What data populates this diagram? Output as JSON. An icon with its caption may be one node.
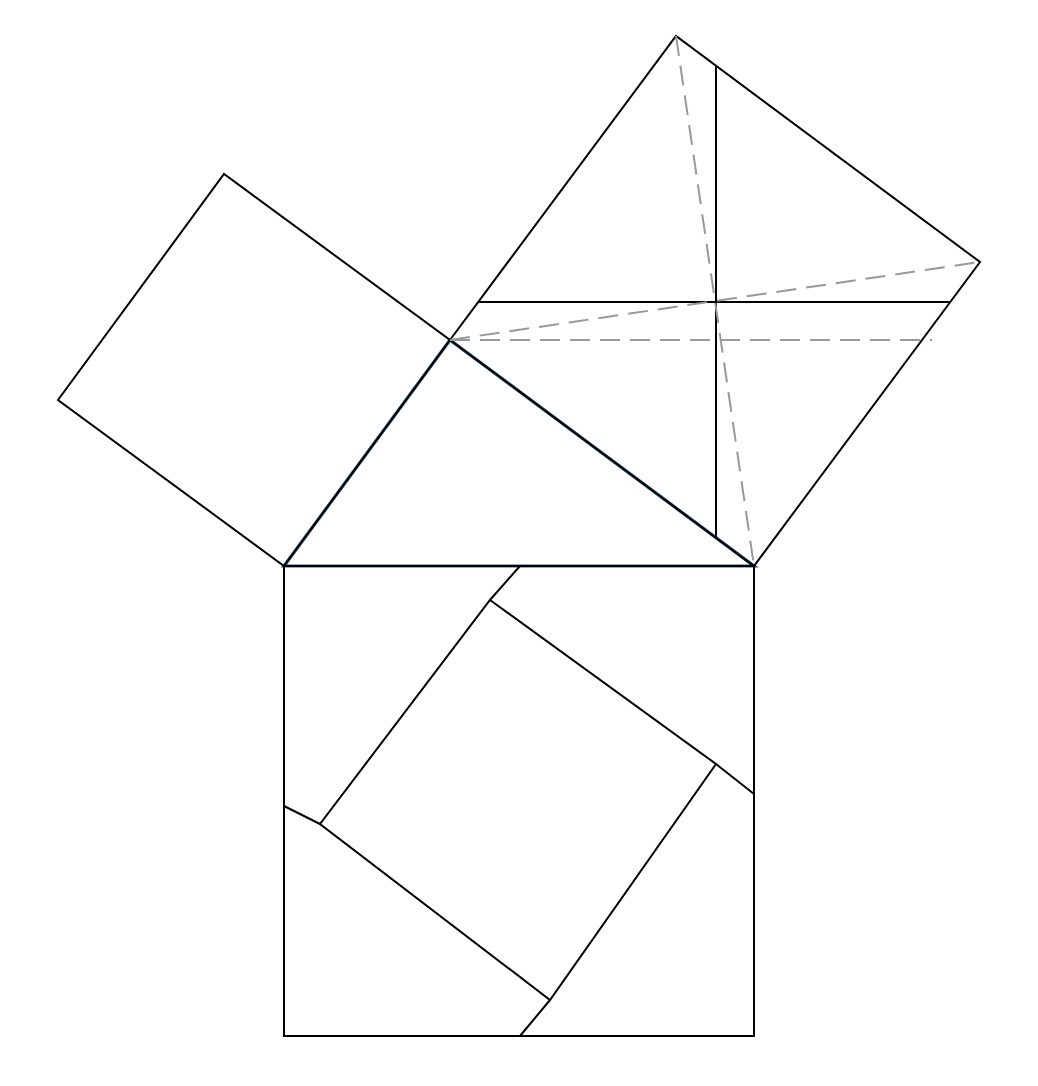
{
  "diagram": {
    "nodes": [
      {
        "text": [],
        "shape": "triangle"
      },
      {
        "text": [],
        "shape": "diamond"
      },
      {
        "text": [],
        "shape": "diamond"
      },
      {
        "text": [],
        "shape": "box"
      },
      {
        "text": [],
        "shape": "diamond",
        "in": 3
      }
    ]
  }
}
